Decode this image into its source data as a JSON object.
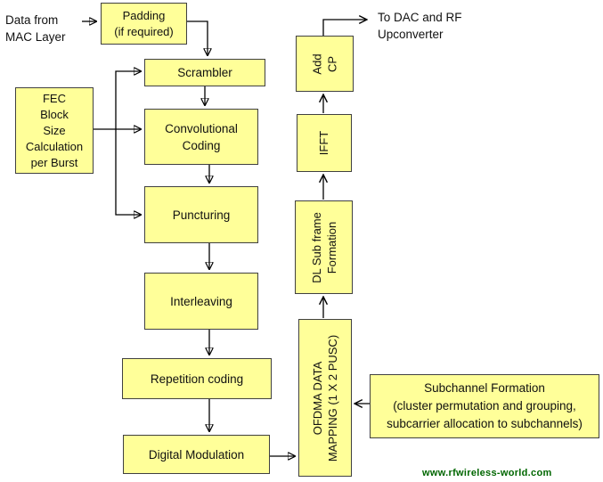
{
  "labels": {
    "input": "Data from\nMAC Layer",
    "output": "To DAC and RF\nUpconverter",
    "website": "www.rfwireless-world.com"
  },
  "boxes": {
    "padding": "Padding\n(if required)",
    "scrambler": "Scrambler",
    "fec": "FEC\nBlock\nSize\nCalculation\nper Burst",
    "convolutional": "Convolutional\nCoding",
    "puncturing": "Puncturing",
    "interleaving": "Interleaving",
    "repetition": "Repetition coding",
    "digital_modulation": "Digital Modulation",
    "ofdma_mapping": "OFDMA DATA\nMAPPING (1 X 2 PUSC)",
    "dl_subframe": "DL Sub frame\nFormation",
    "ifft": "IFFT",
    "add_cp": "Add\nCP",
    "subchannel": "Subchannel Formation\n(cluster permutation and grouping,\nsubcarrier allocation to subchannels)"
  },
  "colors": {
    "box_fill": "#FFFF99",
    "box_border": "#404040",
    "arrow": "#000000",
    "website_text": "#006600"
  }
}
